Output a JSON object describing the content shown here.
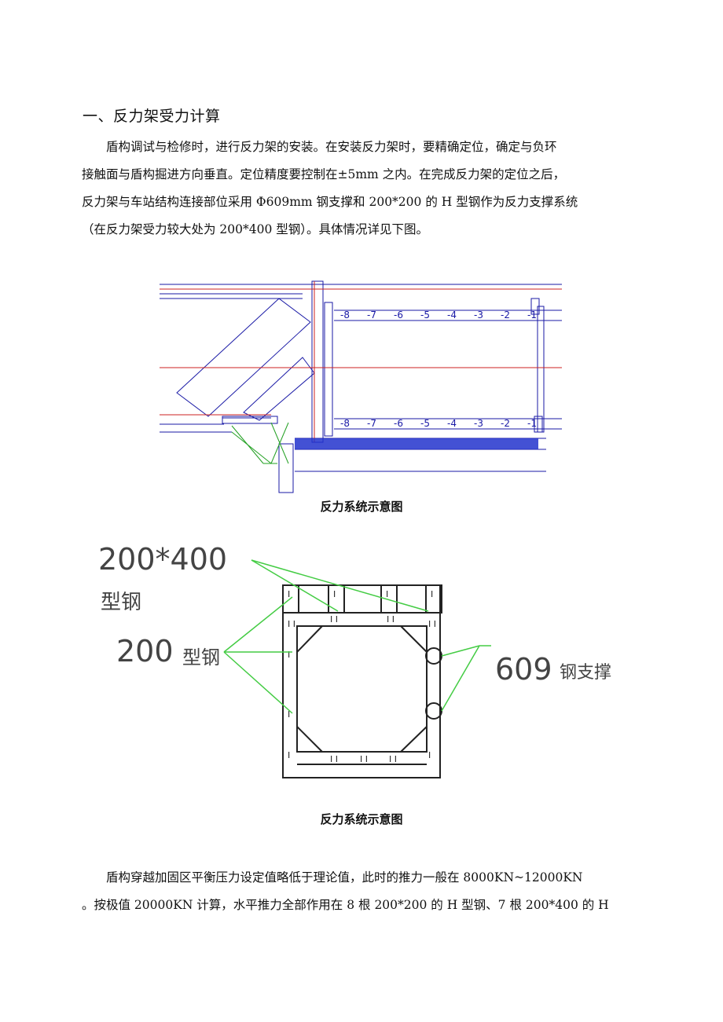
{
  "heading": "一、反力架受力计算",
  "paragraph1": {
    "lines": [
      "盾构调试与检修时，进行反力架的安装。在安装反力架时，要精确定位，确定与负环",
      "接触面与盾构掘进方向垂直。定位精度要控制在±5mm 之内。在完成反力架的定位之后，",
      "反力架与车站结构连接部位采用 Φ609mm 钢支撑和 200*200 的 H 型钢作为反力支撑系统",
      "（在反力架受力较大处为 200*400 型钢）。具体情况详见下图。"
    ]
  },
  "figure1": {
    "caption": "反力系统示意图",
    "upper_ring_labels": [
      "-8",
      "-7",
      "-6",
      "-5",
      "-4",
      "-3",
      "-2",
      "-1"
    ],
    "lower_ring_labels": [
      "-8",
      "-7",
      "-6",
      "-5",
      "-4",
      "-3",
      "-2",
      "-1"
    ],
    "colors": {
      "structure": "#1a1aa6",
      "axis": "#cc2222",
      "brace": "#22a022",
      "fill": "#2233cc"
    }
  },
  "figure2": {
    "caption": "反力系统示意图",
    "label_h400": "200*400",
    "label_h400_suffix": "型钢",
    "label_h200": "200",
    "label_h200_suffix": "型钢",
    "label_pipe": "609",
    "label_pipe_suffix": "钢支撑",
    "colors": {
      "frame": "#222222",
      "leader": "#44cc44"
    }
  },
  "paragraph2": {
    "lines": [
      "盾构穿越加固区平衡压力设定值略低于理论值，此时的推力一般在 8000KN~12000KN",
      "。按极值 20000KN 计算，水平推力全部作用在 8 根 200*200 的 H 型钢、7 根 200*400 的 H"
    ]
  }
}
